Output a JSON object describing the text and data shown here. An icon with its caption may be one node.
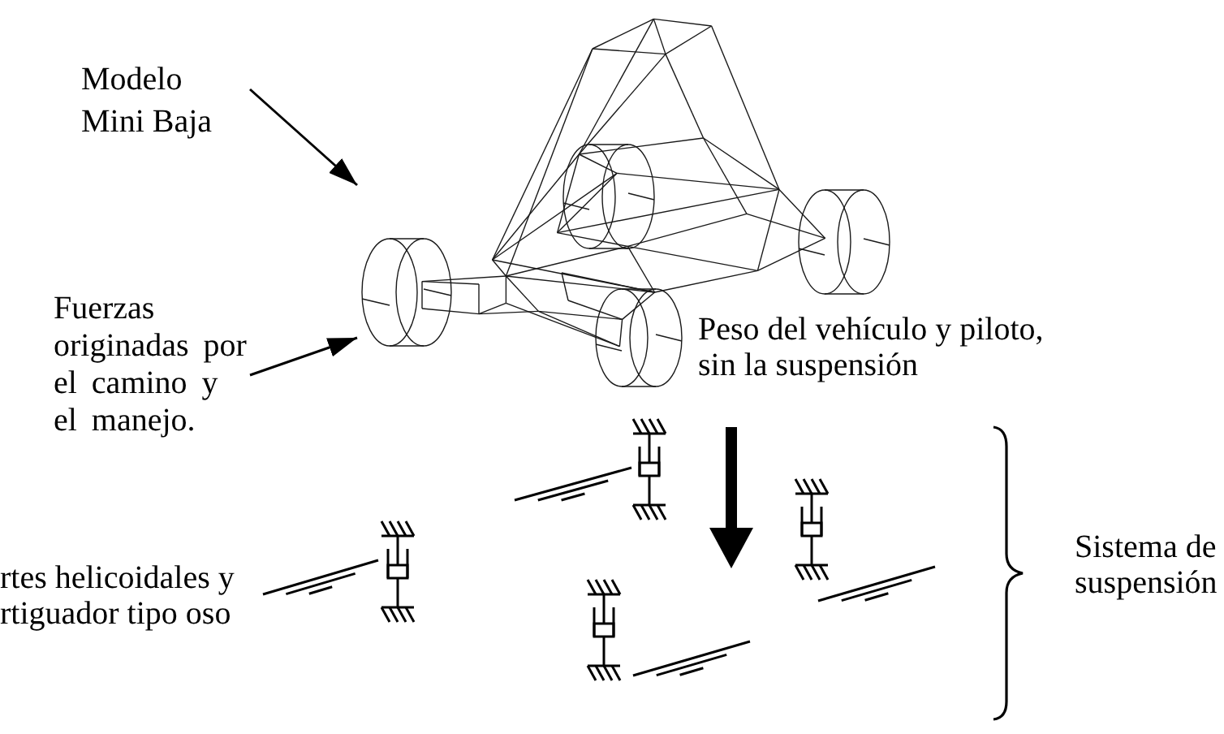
{
  "diagram": {
    "nodes": [
      {
        "text": [
          "Modelo Mini Baja"
        ]
      },
      {
        "text": [],
        "shape": "picture"
      },
      {
        "text": [
          "Fuerzas originadas por el camino y el manejo."
        ]
      }
    ],
    "edges": [
      {
        "from": 0,
        "to": 1,
        "arrow": "to"
      },
      {
        "from": 2,
        "to": 1,
        "arrow": "to"
      }
    ],
    "labels": [
      "Peso del vehículo y piloto, sin la suspensión",
      "Sistema de suspensión",
      "rtes helicoidales y rtiguador tipo oso"
    ]
  }
}
